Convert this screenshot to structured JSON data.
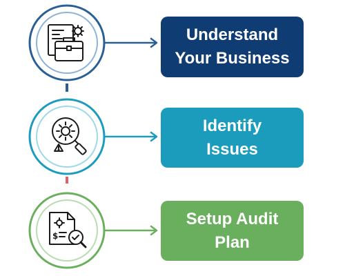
{
  "steps": [
    {
      "label_line1": "Understand",
      "label_line2": "Your Business",
      "icon": "business-briefcase-icon",
      "color": "#0f3d73",
      "ring_color": "#2a5f95"
    },
    {
      "label_line1": "Identify",
      "label_line2": "Issues",
      "icon": "gear-magnifier-warning-icon",
      "color": "#1b9cbc",
      "ring_color": "#1b9cbc"
    },
    {
      "label_line1": "Setup Audit",
      "label_line2": "Plan",
      "icon": "audit-document-magnifier-icon",
      "color": "#6aaf5e",
      "ring_color": "#6aaf5e"
    }
  ],
  "connectors": [
    {
      "color": "#2a5f95"
    },
    {
      "color": "#e0606a"
    }
  ]
}
